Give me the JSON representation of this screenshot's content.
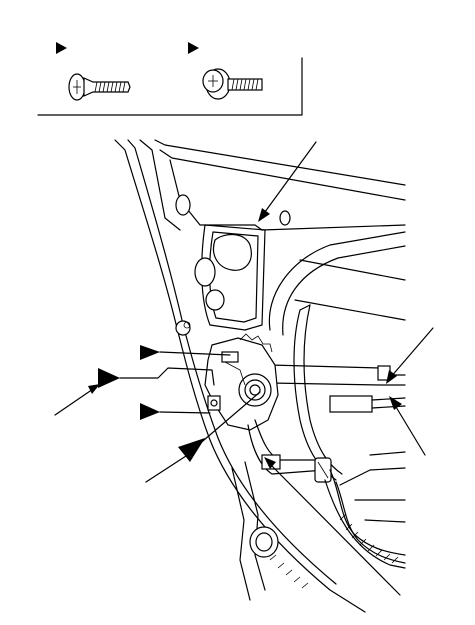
{
  "figure": {
    "legend": {
      "items": [
        {
          "icon": "flat-head-screw-icon",
          "marker": "triangle-pointer-icon"
        },
        {
          "icon": "flange-bolt-icon",
          "marker": "triangle-pointer-icon"
        }
      ]
    },
    "callouts": [
      {
        "name": "callout-arrow-1",
        "style": "filled-arrowhead"
      },
      {
        "name": "callout-arrow-2",
        "style": "filled-arrowhead"
      },
      {
        "name": "callout-arrow-3",
        "style": "filled-arrowhead"
      },
      {
        "name": "callout-arrow-4",
        "style": "filled-arrowhead"
      },
      {
        "name": "leader-line-top",
        "style": "open-arrowhead"
      },
      {
        "name": "leader-line-right-upper",
        "style": "open-arrowhead"
      },
      {
        "name": "leader-line-right-lower",
        "style": "open-arrowhead"
      },
      {
        "name": "leader-line-left",
        "style": "open-arrowhead"
      },
      {
        "name": "leader-line-bottom",
        "style": "open-arrowhead"
      }
    ],
    "colors": {
      "line": "#000000",
      "background": "#ffffff"
    }
  }
}
